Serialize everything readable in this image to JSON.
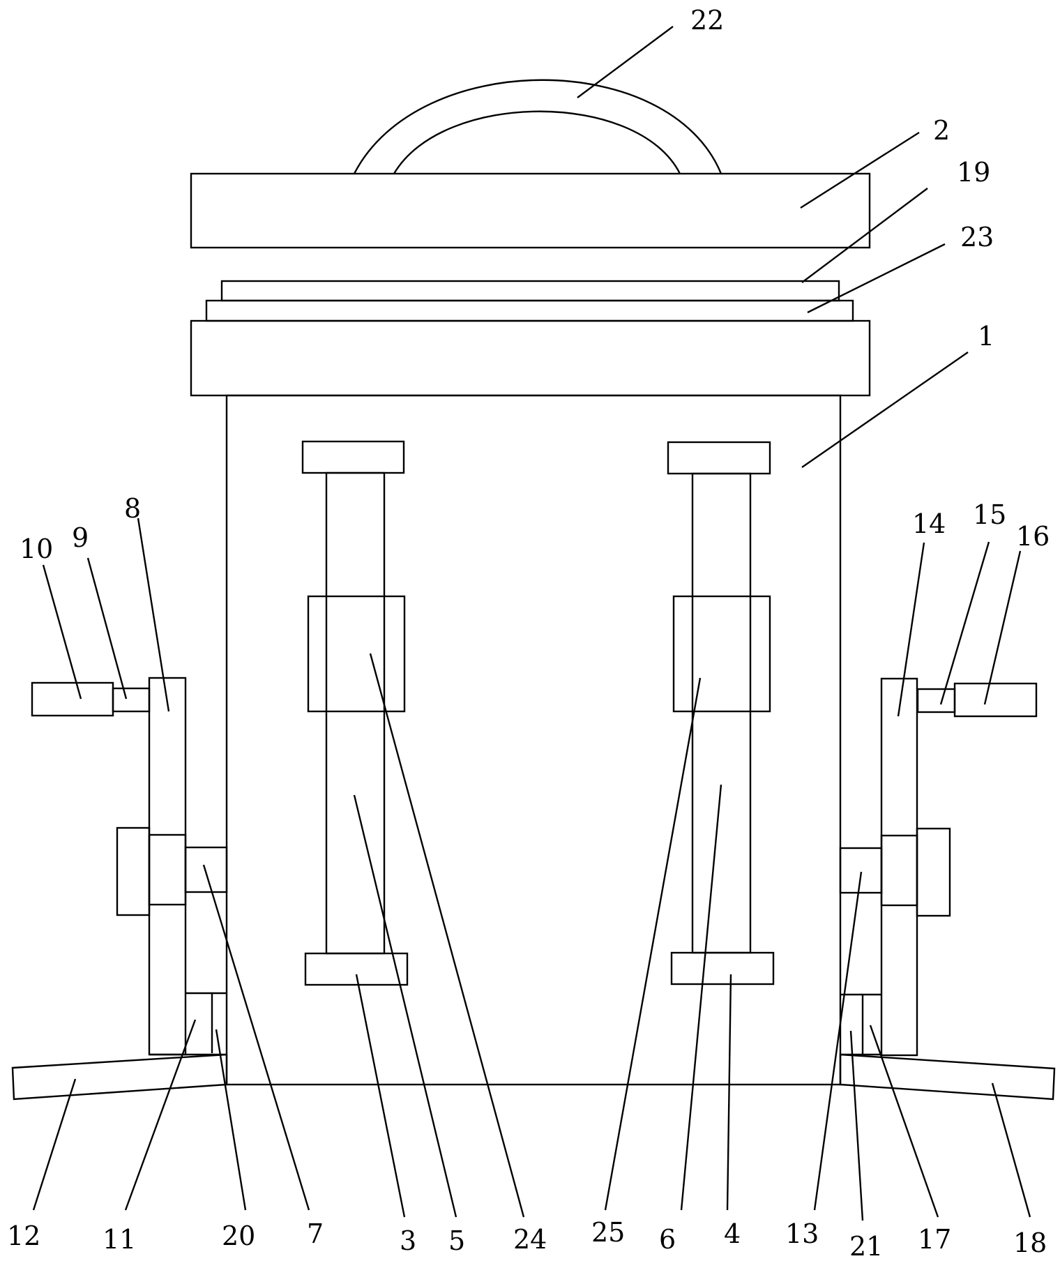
{
  "figure": {
    "labels": {
      "l22": "22",
      "l2": "2",
      "l19": "19",
      "l23": "23",
      "l1": "1",
      "l8": "8",
      "l9": "9",
      "l10": "10",
      "l14": "14",
      "l15": "15",
      "l16": "16",
      "l12": "12",
      "l11": "11",
      "l20": "20",
      "l7": "7",
      "l3": "3",
      "l5": "5",
      "l24": "24",
      "l25": "25",
      "l6": "6",
      "l4": "4",
      "l13": "13",
      "l21": "21",
      "l17": "17",
      "l18": "18"
    }
  }
}
